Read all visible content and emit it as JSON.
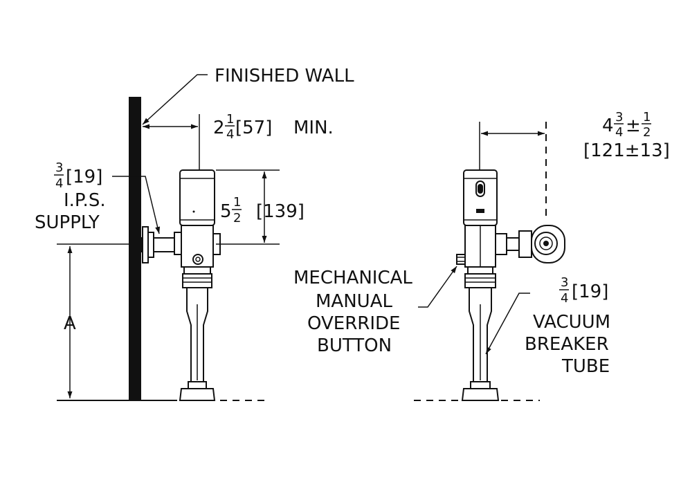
{
  "labels": {
    "finished_wall": "FINISHED WALL",
    "min_offset": {
      "whole": "2",
      "num": "1",
      "den": "4",
      "metric": "[57]",
      "suffix": "MIN."
    },
    "supply": {
      "num": "3",
      "den": "4",
      "metric": "[19]",
      "line2": "I.P.S.",
      "line3": "SUPPLY"
    },
    "height": {
      "whole": "5",
      "num": "1",
      "den": "2",
      "metric": "[139]"
    },
    "dim_a": "A",
    "right_offset": {
      "whole": "4",
      "num": "3",
      "den": "4",
      "pm": "±",
      "tol_num": "1",
      "tol_den": "2",
      "metric": "[121±13]"
    },
    "override": [
      "MECHANICAL",
      "MANUAL",
      "OVERRIDE",
      "BUTTON"
    ],
    "vacuum": {
      "num": "3",
      "den": "4",
      "metric": "[19]",
      "lines": [
        "VACUUM",
        "BREAKER",
        "TUBE"
      ]
    }
  }
}
